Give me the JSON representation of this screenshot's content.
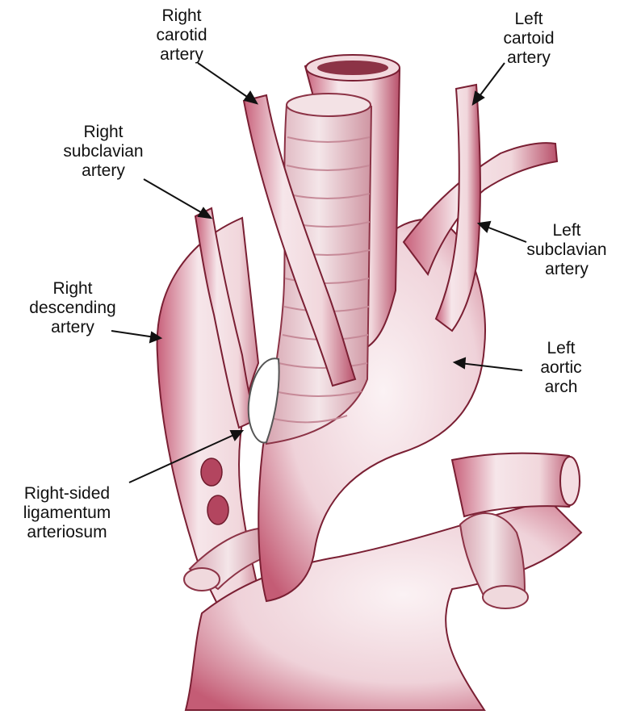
{
  "colors": {
    "vessel_fill": "#f1d7dc",
    "vessel_light": "#faeef0",
    "vessel_shadow": "#b0485e",
    "vessel_outline": "#7a1f33",
    "trachea_fill": "#ecd4d8",
    "lumen_dark": "#8c3346",
    "arrow": "#111111",
    "background": "#ffffff"
  },
  "labels": {
    "right_carotid": [
      "Right",
      "carotid",
      "artery"
    ],
    "left_carotid": [
      "Left",
      "cartoid",
      "artery"
    ],
    "right_subclavian": [
      "Right",
      "subclavian",
      "artery"
    ],
    "left_subclavian": [
      "Left",
      "subclavian",
      "artery"
    ],
    "right_descending": [
      "Right",
      "descending",
      "artery"
    ],
    "left_aortic_arch": [
      "Left",
      "aortic",
      "arch"
    ],
    "ligamentum": [
      "Right-sided",
      "ligamentum",
      "arteriosum"
    ]
  }
}
